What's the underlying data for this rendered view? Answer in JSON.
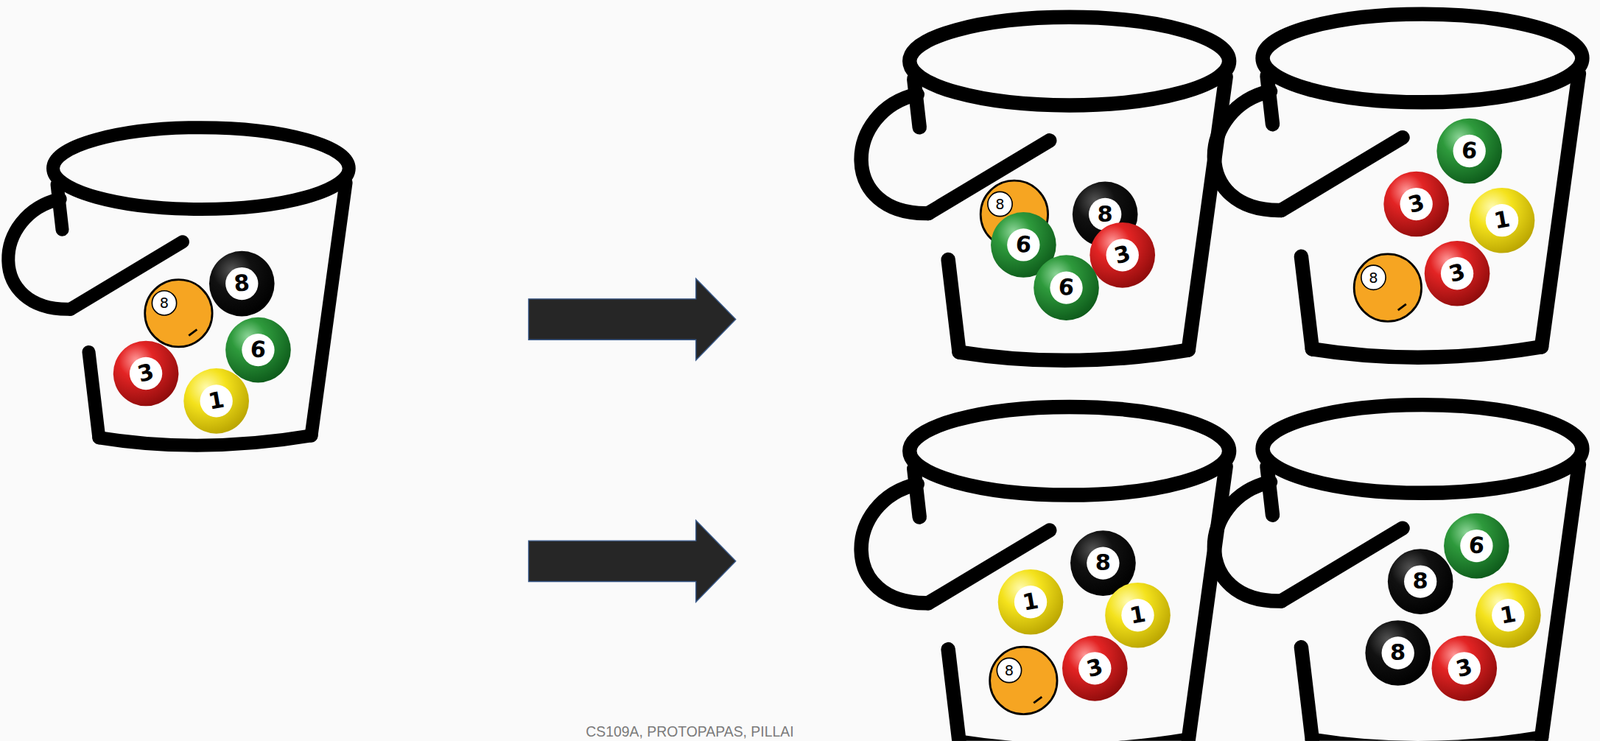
{
  "diagram": {
    "nodes": [
      {
        "text": [
          "8"
        ]
      },
      {
        "text": [
          "8"
        ]
      },
      {
        "text": [
          "6"
        ]
      },
      {
        "text": [
          "3"
        ]
      },
      {
        "text": [
          "1"
        ]
      },
      {
        "text": [
          "8"
        ]
      },
      {
        "text": [
          "8"
        ]
      },
      {
        "text": [
          "6"
        ]
      },
      {
        "text": [
          "3"
        ]
      },
      {
        "text": [
          "6"
        ]
      },
      {
        "text": [
          "6"
        ]
      },
      {
        "text": [
          "3"
        ]
      },
      {
        "text": [
          "1"
        ]
      },
      {
        "text": [
          "3"
        ]
      },
      {
        "text": [
          "8"
        ]
      },
      {
        "text": [
          "8"
        ]
      },
      {
        "text": [
          "1"
        ]
      },
      {
        "text": [
          "1"
        ]
      },
      {
        "text": [
          "3"
        ]
      },
      {
        "text": [
          "8"
        ]
      },
      {
        "text": [
          "6"
        ]
      },
      {
        "text": [
          "8"
        ]
      },
      {
        "text": [
          "1"
        ]
      },
      {
        "text": [
          "8"
        ]
      },
      {
        "text": [
          "3"
        ]
      }
    ],
    "labels": [
      "CS109A, PROTOPAPAS, PILLAI"
    ]
  }
}
